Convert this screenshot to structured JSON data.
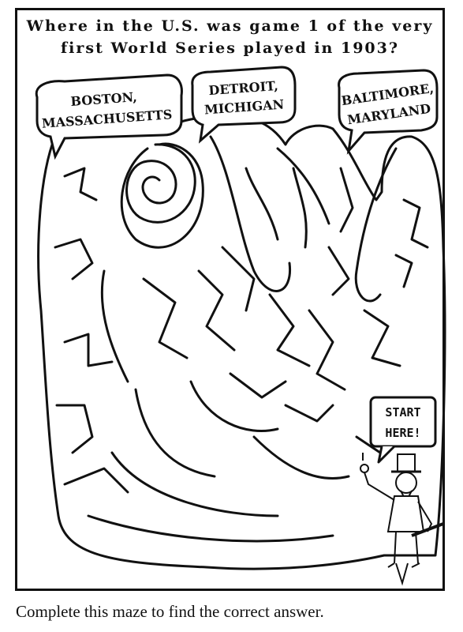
{
  "question": {
    "line1": "Where in the U.S. was game 1 of the very",
    "line2": "first World Series played in 1903?"
  },
  "answers": [
    {
      "line1": "BOSTON,",
      "line2": "MASSACHUSETTS"
    },
    {
      "line1": "DETROIT,",
      "line2": "MICHIGAN"
    },
    {
      "line1": "BALTIMORE,",
      "line2": "MARYLAND"
    }
  ],
  "start": {
    "line1": "START",
    "line2": "HERE!"
  },
  "caption": "Complete this maze to find the correct answer."
}
